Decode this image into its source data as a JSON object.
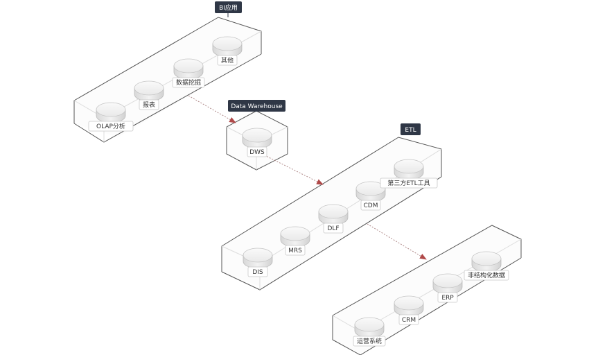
{
  "diagram": {
    "groups": [
      {
        "id": "bi",
        "title": "BI应用"
      },
      {
        "id": "dw",
        "title": "Data Warehouse"
      },
      {
        "id": "etl",
        "title": "ETL"
      },
      {
        "id": "src",
        "title": ""
      }
    ],
    "nodes": [
      {
        "group": "bi",
        "label": "OLAP分析"
      },
      {
        "group": "bi",
        "label": "报表"
      },
      {
        "group": "bi",
        "label": "数据挖掘"
      },
      {
        "group": "bi",
        "label": "其他"
      },
      {
        "group": "dw",
        "label": "DWS"
      },
      {
        "group": "etl",
        "label": "DIS"
      },
      {
        "group": "etl",
        "label": "MRS"
      },
      {
        "group": "etl",
        "label": "DLF"
      },
      {
        "group": "etl",
        "label": "CDM"
      },
      {
        "group": "etl",
        "label": "第三方ETL工具"
      },
      {
        "group": "src",
        "label": "运营系统"
      },
      {
        "group": "src",
        "label": "CRM"
      },
      {
        "group": "src",
        "label": "ERP"
      },
      {
        "group": "src",
        "label": "非结构化数据"
      }
    ],
    "edges": [
      {
        "from": "数据挖掘",
        "to": "Data Warehouse"
      },
      {
        "from": "DWS",
        "to": "ETL"
      },
      {
        "from": "CDM",
        "to": "src"
      }
    ],
    "colors": {
      "title_bg": "#2f3746",
      "title_text": "#ffffff",
      "frame": "#555555",
      "frame_light": "#dddddd",
      "disk_top": "#f4f4f4",
      "disk_side": "#e2e2e2",
      "arrow": "#b04848"
    }
  }
}
